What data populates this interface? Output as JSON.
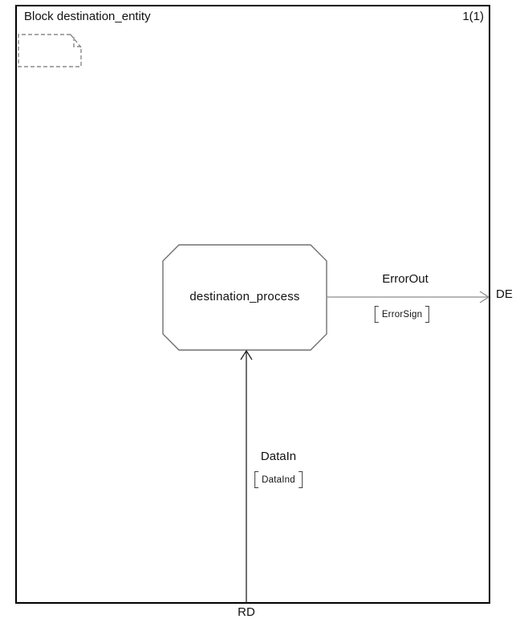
{
  "diagram": {
    "title": "Block destination_entity",
    "page_number": "1(1)"
  },
  "process": {
    "name": "destination_process"
  },
  "channels": {
    "error_out": {
      "name": "ErrorOut",
      "signal_list": "ErrorSign",
      "endpoint": "DE",
      "direction": "process-to-right-border"
    },
    "data_in": {
      "name": "DataIn",
      "signal_list": "DataInd",
      "endpoint": "RD",
      "direction": "bottom-border-to-process"
    }
  },
  "icons": {
    "text_symbol": "dashed-folded-corner-rectangle"
  },
  "colors": {
    "frame": "#000000",
    "process_outline": "#707070",
    "process_fill": "#ffffff",
    "channel_error_out": "#8c8c8c",
    "channel_data_in": "#222222",
    "text_symbol_dash": "#8a8a8a"
  }
}
